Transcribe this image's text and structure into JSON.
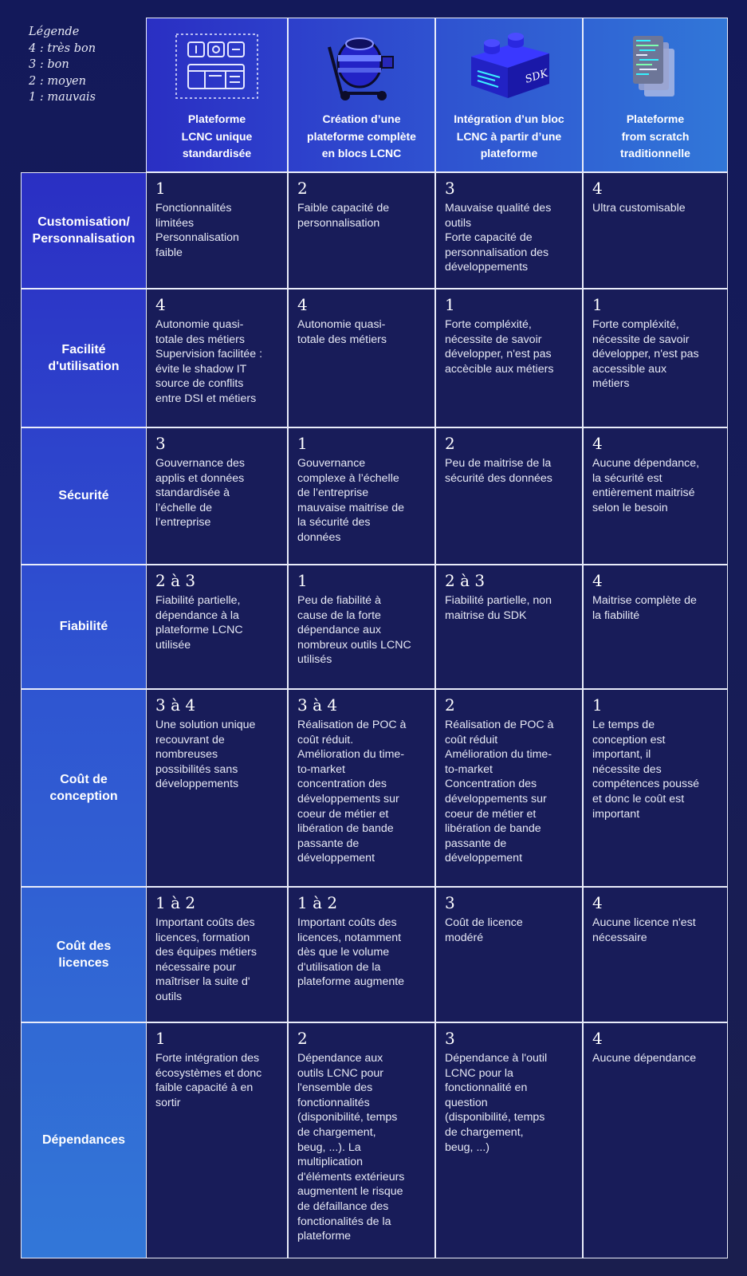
{
  "legend": {
    "title": "Légende",
    "items": [
      "4 : très bon",
      "3 : bon",
      "2 : moyen",
      "1 : mauvais"
    ]
  },
  "columns": [
    {
      "title": "Plateforme\nLCNC unique\nstandardisée",
      "icon": "modules-grid-icon"
    },
    {
      "title": "Création d’une\nplateforme complète\nen blocs LCNC",
      "icon": "cement-mixer-icon"
    },
    {
      "title": "Intégration d’un bloc\nLCNC à partir d’une\nplateforme",
      "icon": "sdk-brick-icon",
      "icon_text": "SDK"
    },
    {
      "title": "Plateforme\nfrom scratch\ntraditionnelle",
      "icon": "code-pages-icon"
    }
  ],
  "rows": [
    {
      "label": "Customisation/\nPersonnalisation",
      "cells": [
        {
          "score": "1",
          "text": "Fonctionnalités\nlimitées\nPersonnalisation\nfaible"
        },
        {
          "score": "2",
          "text": "Faible capacité de\npersonnalisation"
        },
        {
          "score": "3",
          "text": "Mauvaise qualité des\noutils\nForte capacité de\npersonnalisation des\ndéveloppements"
        },
        {
          "score": "4",
          "text": "Ultra customisable"
        }
      ]
    },
    {
      "label": "Facilité\nd'utilisation",
      "cells": [
        {
          "score": "4",
          "text": "Autonomie quasi-\ntotale des métiers\nSupervision facilitée :\névite le shadow IT\nsource de conflits\nentre DSI et métiers"
        },
        {
          "score": "4",
          "text": "Autonomie quasi-\ntotale des métiers"
        },
        {
          "score": "1",
          "text": "Forte compléxité,\nnécessite de savoir\ndévelopper, n'est pas\naccècible aux métiers"
        },
        {
          "score": "1",
          "text": "Forte compléxité,\nnécessite de savoir\ndévelopper, n'est pas\naccessible aux\nmétiers"
        }
      ]
    },
    {
      "label": "Sécurité",
      "cells": [
        {
          "score": "3",
          "text": "Gouvernance des\napplis et données\nstandardisée à\nl’échelle de\nl’entreprise"
        },
        {
          "score": "1",
          "text": "Gouvernance\ncomplexe à l’échelle\nde l’entreprise\nmauvaise maitrise de\nla sécurité des\ndonnées"
        },
        {
          "score": "2",
          "text": "Peu de maitrise de la\nsécurité des données"
        },
        {
          "score": "4",
          "text": "Aucune dépendance,\nla sécurité est\nentièrement maitrisé\nselon le besoin"
        }
      ]
    },
    {
      "label": "Fiabilité",
      "cells": [
        {
          "score": "2 à 3",
          "text": "Fiabilité partielle,\ndépendance à la\nplateforme LCNC\nutilisée"
        },
        {
          "score": "1",
          "text": "Peu de fiabilité à\ncause de la forte\ndépendance aux\nnombreux outils LCNC\nutilisés"
        },
        {
          "score": "2 à 3",
          "text": "Fiabilité partielle, non\nmaitrise du SDK"
        },
        {
          "score": "4",
          "text": "Maitrise complète de\nla fiabilité"
        }
      ]
    },
    {
      "label": "Coût de\nconception",
      "cells": [
        {
          "score": "3 à 4",
          "text": "Une solution unique\nrecouvrant de\nnombreuses\npossibilités sans\ndéveloppements"
        },
        {
          "score": "3 à 4",
          "text": "Réalisation de POC à\ncoût réduit.\nAmélioration du time-\nto-market\nconcentration des\ndéveloppements sur\ncoeur de métier et\nlibération de bande\npassante de\ndéveloppement"
        },
        {
          "score": "2",
          "text": "Réalisation de POC à\ncoût réduit\nAmélioration du time-\nto-market\nConcentration des\ndéveloppements sur\ncoeur de métier et\nlibération de bande\npassante de\ndéveloppement"
        },
        {
          "score": "1",
          "text": "Le temps de\nconception est\nimportant, il\nnécessite des\ncompétences poussé\net donc le coût est\nimportant"
        }
      ]
    },
    {
      "label": "Coût des\nlicences",
      "cells": [
        {
          "score": "1 à 2",
          "text": "Important coûts des\nlicences, formation\ndes équipes métiers\nnécessaire pour\nmaîtriser la suite d'\noutils"
        },
        {
          "score": "1 à 2",
          "text": "Important coûts des\nlicences, notamment\ndès que le volume\nd'utilisation de la\nplateforme augmente"
        },
        {
          "score": "3",
          "text": "Coût de licence\nmodéré"
        },
        {
          "score": "4",
          "text": "Aucune licence n'est\nnécessaire"
        }
      ]
    },
    {
      "label": "Dépendances",
      "cells": [
        {
          "score": "1",
          "text": "Forte intégration des\nécosystèmes et donc\nfaible capacité à en\nsortir"
        },
        {
          "score": "2",
          "text": "Dépendance aux\noutils LCNC pour\nl'ensemble des\nfonctionnalités\n(disponibilité, temps\nde chargement,\nbeug, ...). La\nmultiplication\nd'éléments extérieurs\naugmentent le risque\nde défaillance des\nfonctionalités de la\nplateforme"
        },
        {
          "score": "3",
          "text": "Dépendance à l'outil\nLCNC pour la\nfonctionnalité en\nquestion\n(disponibilité, temps\nde chargement,\nbeug, ...)"
        },
        {
          "score": "4",
          "text": "Aucune dépendance"
        }
      ]
    }
  ],
  "colors": {
    "background": "#161c58",
    "cell_background": "#181c59",
    "grid_line": "#e9ecfa",
    "header_gradient_start": "#2b30c4",
    "header_gradient_end": "#3277d8",
    "label_gradient_top": "#2b30c4",
    "label_gradient_bottom": "#3270d2"
  }
}
